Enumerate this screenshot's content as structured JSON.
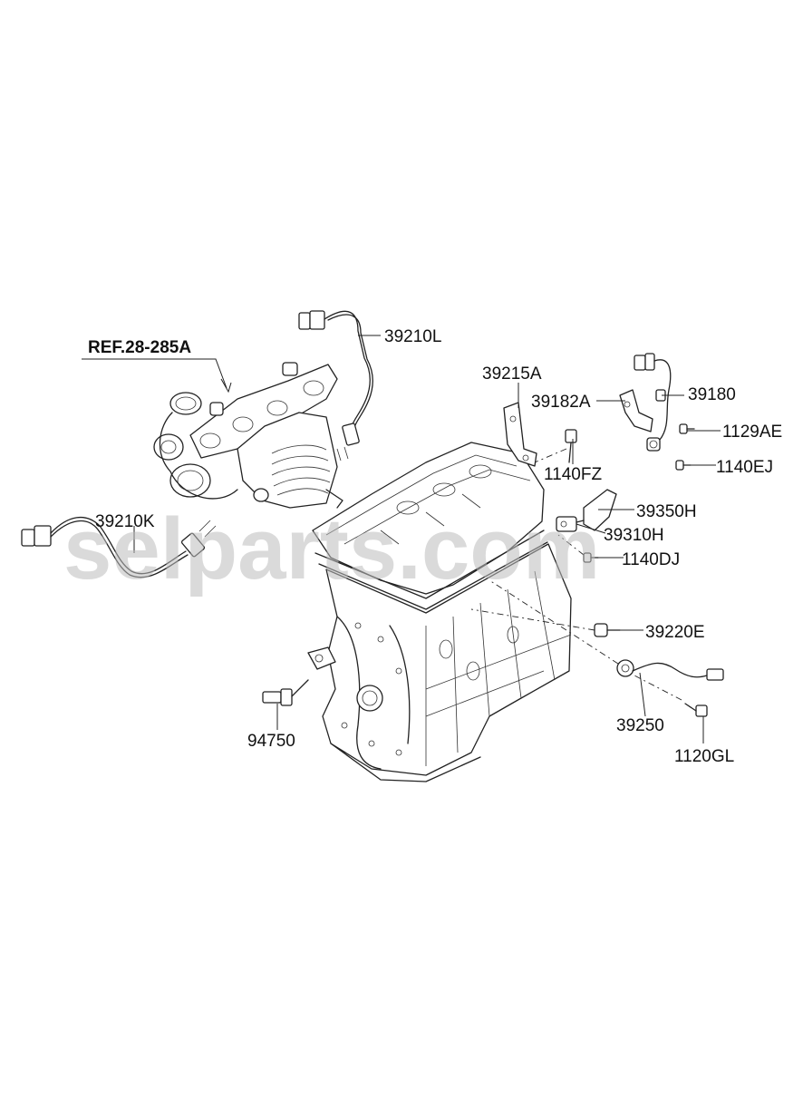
{
  "watermark": "selparts.com",
  "labels": {
    "ref": "REF.28-285A",
    "p39210L": "39210L",
    "p39210K": "39210K",
    "p39215A": "39215A",
    "p39182A": "39182A",
    "p39180": "39180",
    "p1129AE": "1129AE",
    "p1140FZ": "1140FZ",
    "p1140EJ": "1140EJ",
    "p39350H": "39350H",
    "p39310H": "39310H",
    "p1140DJ": "1140DJ",
    "p39220E": "39220E",
    "p94750": "94750",
    "p39250": "39250",
    "p1120GL": "1120GL"
  }
}
